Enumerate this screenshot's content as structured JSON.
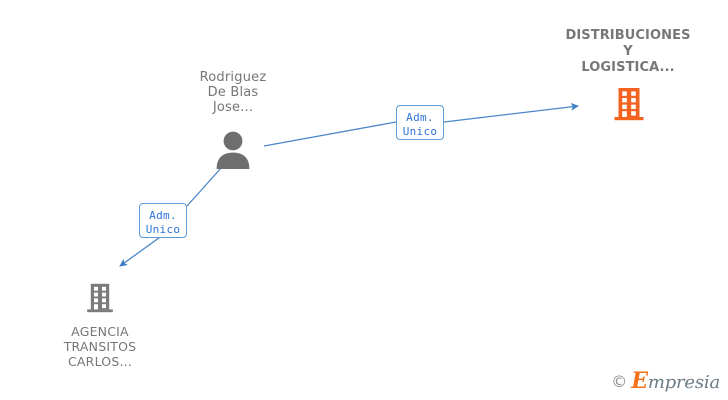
{
  "diagram": {
    "type": "org-relationship-graph",
    "background_color": "#ffffff",
    "edge_color": "#4a86c8",
    "label_border_color": "#5b9bd5",
    "label_text_color": "#2e75d4",
    "gray_color": "#767676",
    "orange_color": "#f4621f"
  },
  "nodes": {
    "person": {
      "icon": "person-icon",
      "name_lines": [
        "Rodriguez",
        "De Blas",
        "Jose..."
      ],
      "line1": "Rodriguez",
      "line2": "De Blas",
      "line3": "Jose..."
    },
    "company_top_right": {
      "icon": "building-icon",
      "icon_color": "#f4621f",
      "name_lines": [
        "DISTRIBUCIONES",
        "Y",
        "LOGISTICA..."
      ],
      "line1": "DISTRIBUCIONES",
      "line2": "Y",
      "line3": "LOGISTICA..."
    },
    "company_bottom_left": {
      "icon": "building-icon",
      "icon_color": "#767676",
      "name_lines": [
        "AGENCIA",
        "TRANSITOS",
        "CARLOS..."
      ],
      "line1": "AGENCIA",
      "line2": "TRANSITOS",
      "line3": "CARLOS..."
    }
  },
  "edges": [
    {
      "from": "person",
      "to": "company_top_right",
      "label_line1": "Adm.",
      "label_line2": "Unico"
    },
    {
      "from": "person",
      "to": "company_bottom_left",
      "label_line1": "Adm.",
      "label_line2": "Unico"
    }
  ],
  "watermark": {
    "copyright": "©",
    "brand_first": "E",
    "brand_rest": "mpresia"
  }
}
